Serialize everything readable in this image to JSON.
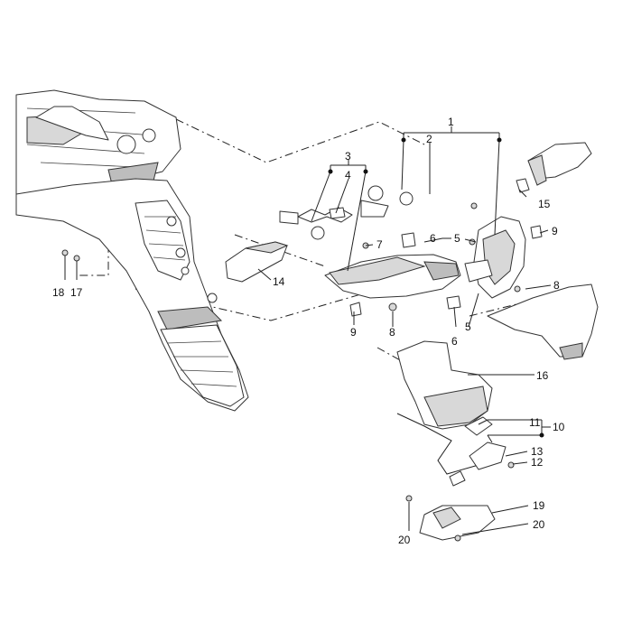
{
  "diagram": {
    "callouts": {
      "c1": "1",
      "c2": "2",
      "c3": "3",
      "c4": "4",
      "c5a": "5",
      "c5b": "5",
      "c6a": "6",
      "c6b": "6",
      "c7": "7",
      "c8a": "8",
      "c8b": "8",
      "c9a": "9",
      "c9b": "9",
      "c10": "10",
      "c11": "11",
      "c12": "12",
      "c13": "13",
      "c14": "14",
      "c15": "15",
      "c16": "16",
      "c17": "17",
      "c18": "18",
      "c19": "19",
      "c20a": "20",
      "c20b": "20"
    }
  }
}
